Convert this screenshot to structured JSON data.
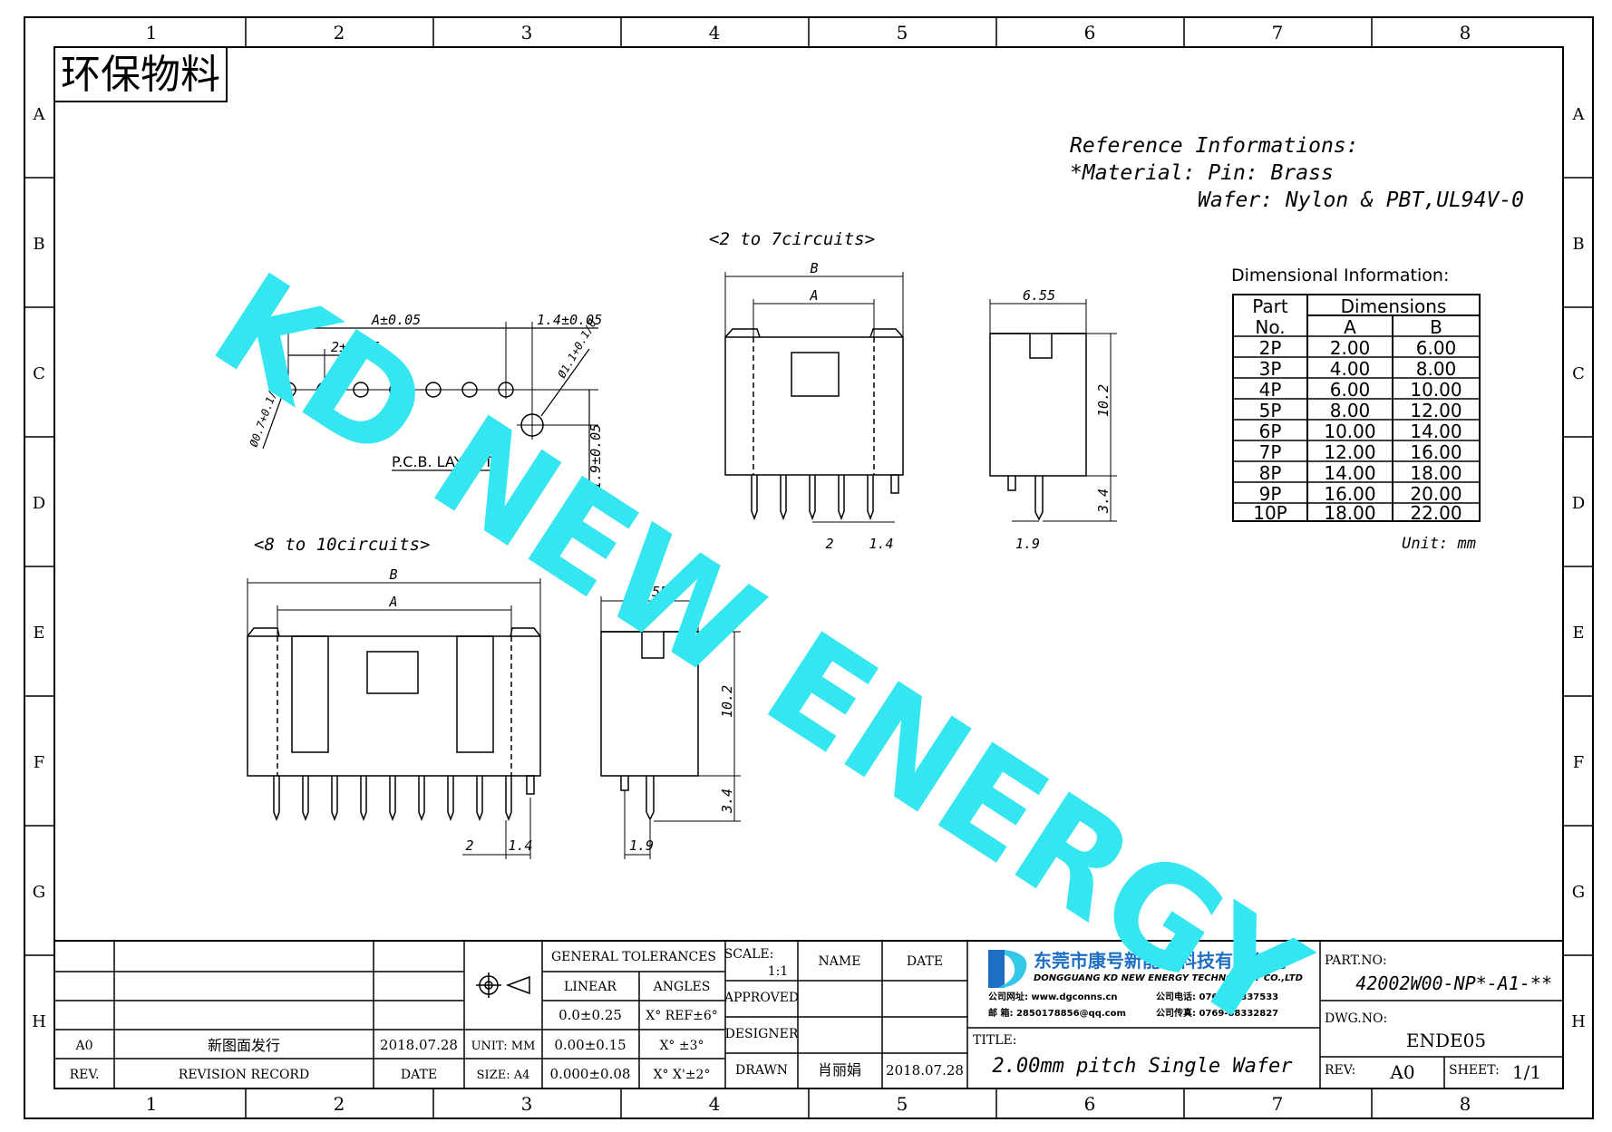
{
  "grid": {
    "cols": [
      "1",
      "2",
      "3",
      "4",
      "5",
      "6",
      "7",
      "8"
    ],
    "rows": [
      "A",
      "B",
      "C",
      "D",
      "E",
      "F",
      "G",
      "H"
    ]
  },
  "stamp": "环保物料",
  "watermark": "KD NEW ENERGY",
  "reference": {
    "title": "Reference Informations:",
    "material_line": "*Material: Pin: Brass",
    "wafer_line": "Wafer: Nylon & PBT,UL94V-0"
  },
  "views": {
    "small_title": "<2 to 7circuits>",
    "large_title": "<8 to 10circuits>",
    "pcb_layout": "P.C.B. LAYOUT"
  },
  "dims": {
    "B": "B",
    "A": "A",
    "A_tol": "A±0.05",
    "pitch_tol": "2±0.05",
    "edge_tol": "1.4±0.05",
    "hole_small": "Ø0.7+0.1/0",
    "hole_large": "Ø1.1+0.1/0",
    "pcb_offset": "1.9±0.05",
    "depth": "6.55",
    "height": "10.2",
    "pin_len": "3.4",
    "pitch": "2",
    "edge": "1.4",
    "pin_off": "1.9"
  },
  "dim_table": {
    "title": "Dimensional Information:",
    "header_part": "Part",
    "header_no": "No.",
    "header_dims": "Dimensions",
    "col_a": "A",
    "col_b": "B",
    "rows": [
      [
        "2P",
        "2.00",
        "6.00"
      ],
      [
        "3P",
        "4.00",
        "8.00"
      ],
      [
        "4P",
        "6.00",
        "10.00"
      ],
      [
        "5P",
        "8.00",
        "12.00"
      ],
      [
        "6P",
        "10.00",
        "14.00"
      ],
      [
        "7P",
        "12.00",
        "16.00"
      ],
      [
        "8P",
        "14.00",
        "18.00"
      ],
      [
        "9P",
        "16.00",
        "20.00"
      ],
      [
        "10P",
        "18.00",
        "22.00"
      ]
    ],
    "unit": "Unit: mm"
  },
  "title_block": {
    "rev_value": "A0",
    "revision_note": "新图面发行",
    "rev_date": "2018.07.28",
    "rev_header": "REV.",
    "record_header": "REVISION RECORD",
    "date_header": "DATE",
    "unit_label": "UNIT: MM",
    "size_label": "SIZE: A4",
    "general_tol": "GENERAL TOLERANCES",
    "linear": "LINEAR",
    "angles": "ANGLES",
    "lin1": "0.0±0.25",
    "lin2": "0.00±0.15",
    "lin3": "0.000±0.08",
    "ang1": "X° REF±6°",
    "ang2": "X° ±3°",
    "ang3": "X° X'±2°",
    "scale_label": "SCALE:",
    "scale_value": "1:1",
    "name_header": "NAME",
    "date_col_header": "DATE",
    "approved": "APPROVED",
    "designer": "DESIGNER",
    "drawn": "DRAWN",
    "drawn_name": "肖丽娟",
    "drawn_date": "2018.07.28",
    "company_cn": "东莞市康号新能源科技有限公司",
    "company_en": "DONGGUANG KD NEW ENERGY TECHNOLOGY CO.,LTD",
    "contact1": "公司网址: www.dgconns.cn",
    "contact2": "公司电话: 0769-88337533",
    "contact3": "邮 箱: 2850178856@qq.com",
    "contact4": "公司传真: 0769-88332827",
    "title_label": "TITLE:",
    "title_value": "2.00mm pitch Single Wafer",
    "part_no_label": "PART.NO:",
    "part_no_value": "42002W00-NP*-A1-**",
    "dwg_no_label": "DWG.NO:",
    "dwg_no_value": "ENDE05",
    "rev_label": "REV:",
    "rev_block_value": "A0",
    "sheet_label": "SHEET:",
    "sheet_value": "1/1"
  },
  "colors": {
    "watermark": "#33E6F0",
    "logo_blue": "#1E6FC4",
    "logo_cyan": "#33C7E8",
    "ink": "#000000"
  }
}
